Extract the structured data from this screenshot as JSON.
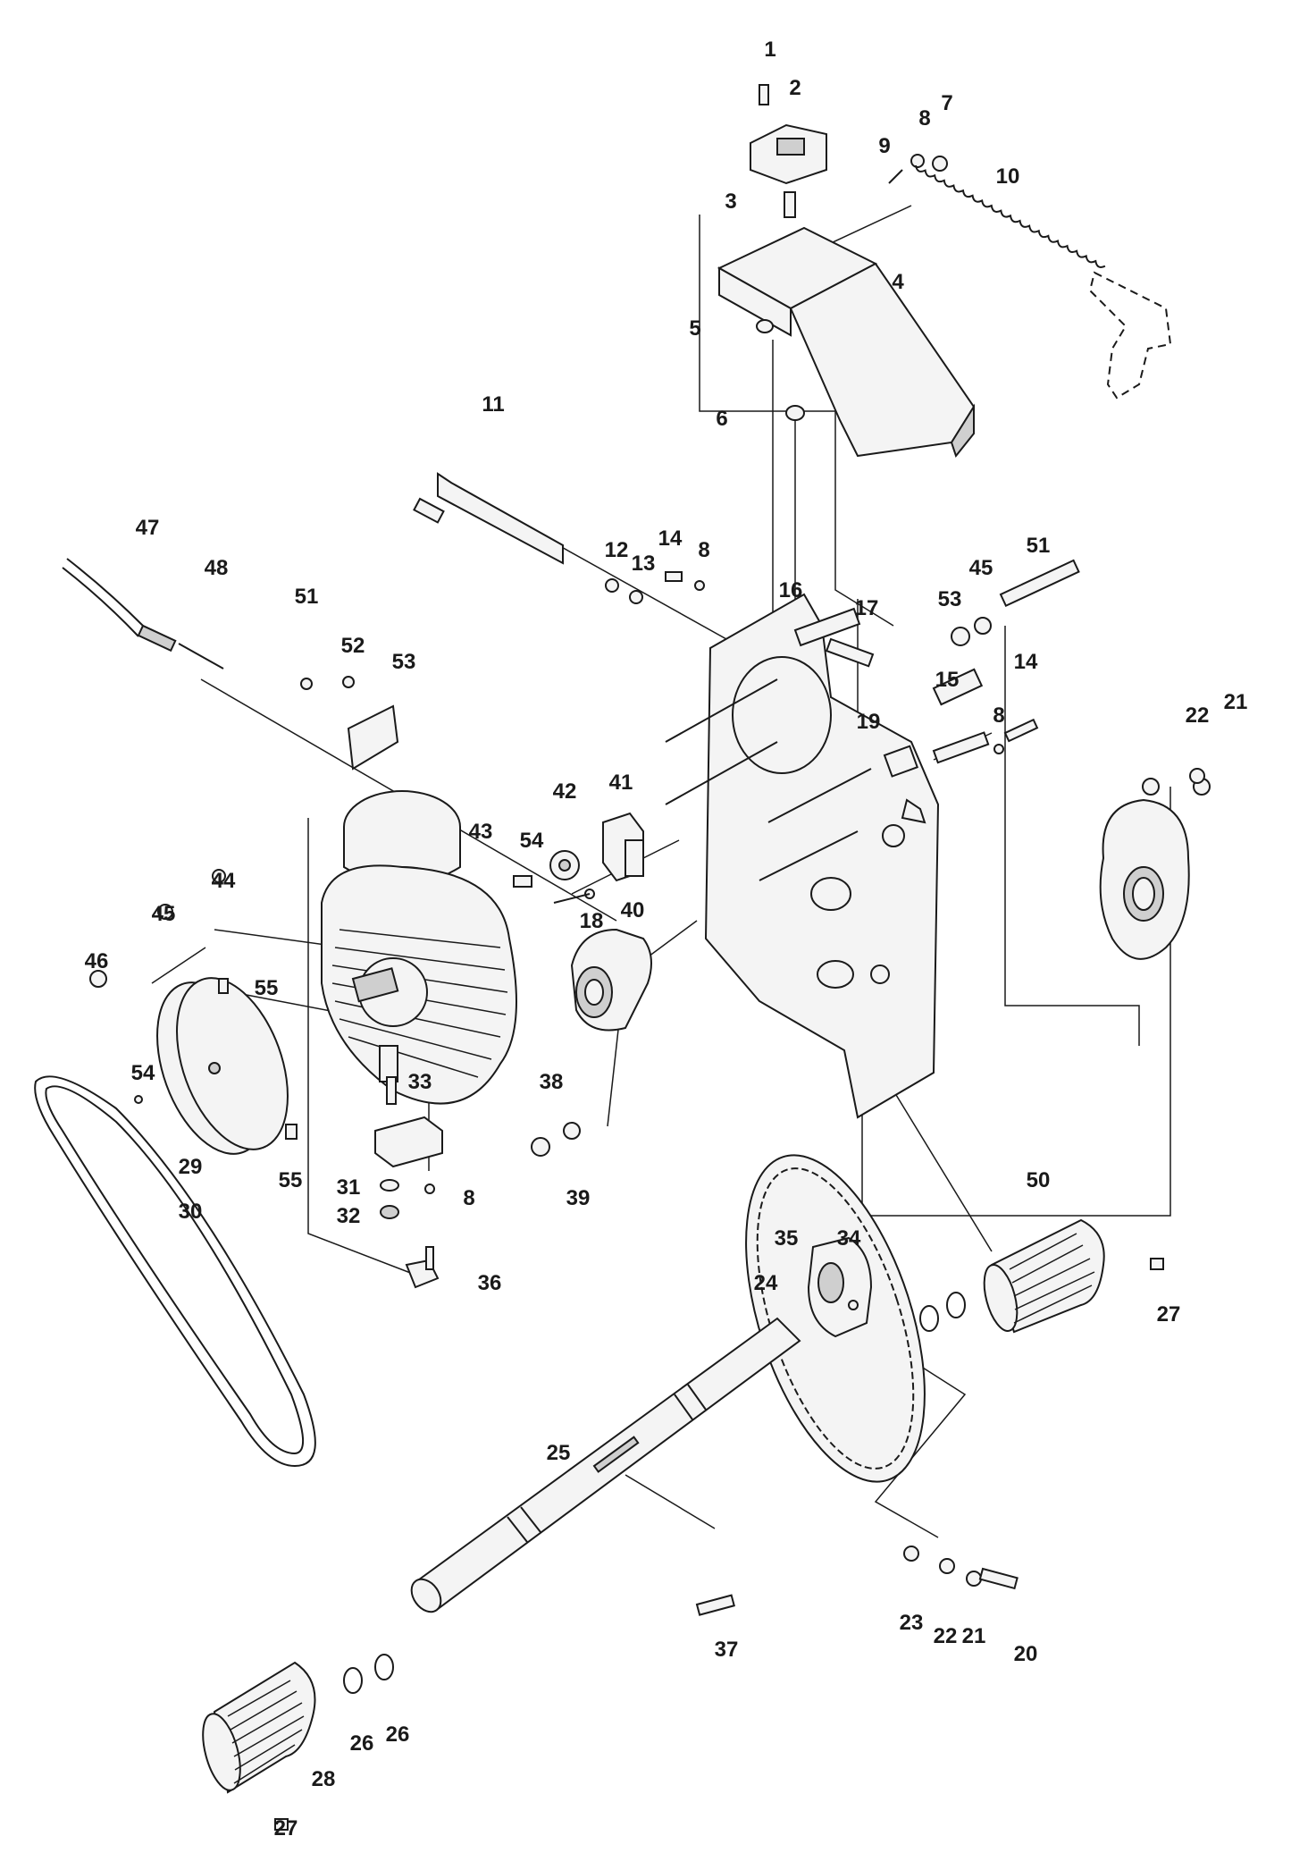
{
  "labels": [
    "1",
    "2",
    "3",
    "4",
    "5",
    "6",
    "7",
    "8",
    "9",
    "10",
    "11",
    "12",
    "13",
    "14",
    "8",
    "16",
    "17",
    "51",
    "53",
    "45",
    "51",
    "52",
    "53",
    "47",
    "48",
    "15",
    "14",
    "8",
    "22",
    "21",
    "19",
    "41",
    "42",
    "54",
    "43",
    "44",
    "45",
    "46",
    "55",
    "18",
    "40",
    "54",
    "29",
    "55",
    "33",
    "38",
    "39",
    "31",
    "32",
    "8",
    "36",
    "30",
    "50",
    "35",
    "34",
    "27",
    "24",
    "25",
    "23",
    "22",
    "21",
    "20",
    "37",
    "26",
    "26",
    "28",
    "27"
  ],
  "colors": {
    "line": "#1a1a1a",
    "fill": "#f4f4f4",
    "shade": "#cfcfcf"
  }
}
